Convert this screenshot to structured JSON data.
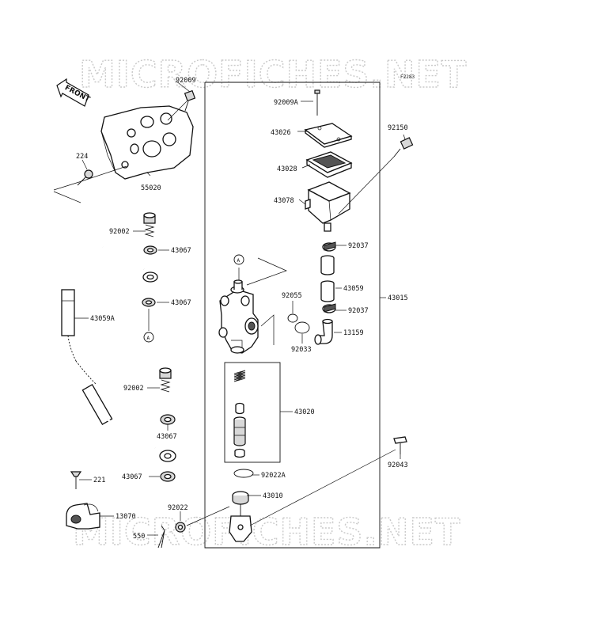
{
  "watermark_text": "MICROFICHES.NET",
  "diagram_code": "F2283",
  "front_label": "FRONT",
  "ref_marker": "A",
  "labels": {
    "p92009": "92009",
    "p92009A": "92009A",
    "p43026": "43026",
    "p43028": "43028",
    "p43078": "43078",
    "p92150": "92150",
    "p224": "224",
    "p55020": "55020",
    "p92002a": "92002",
    "p43067a": "43067",
    "p43067b": "43067",
    "p92037a": "92037",
    "p43059": "43059",
    "p92037b": "92037",
    "p43015": "43015",
    "p92055": "92055",
    "p13159": "13159",
    "p92033": "92033",
    "p43059A": "43059A",
    "p92002b": "92002",
    "p43020": "43020",
    "p43067c": "43067",
    "p92043": "92043",
    "p92022A": "92022A",
    "p43010": "43010",
    "p221": "221",
    "p43067d": "43067",
    "p13070": "13070",
    "p92022": "92022",
    "p550": "550"
  }
}
